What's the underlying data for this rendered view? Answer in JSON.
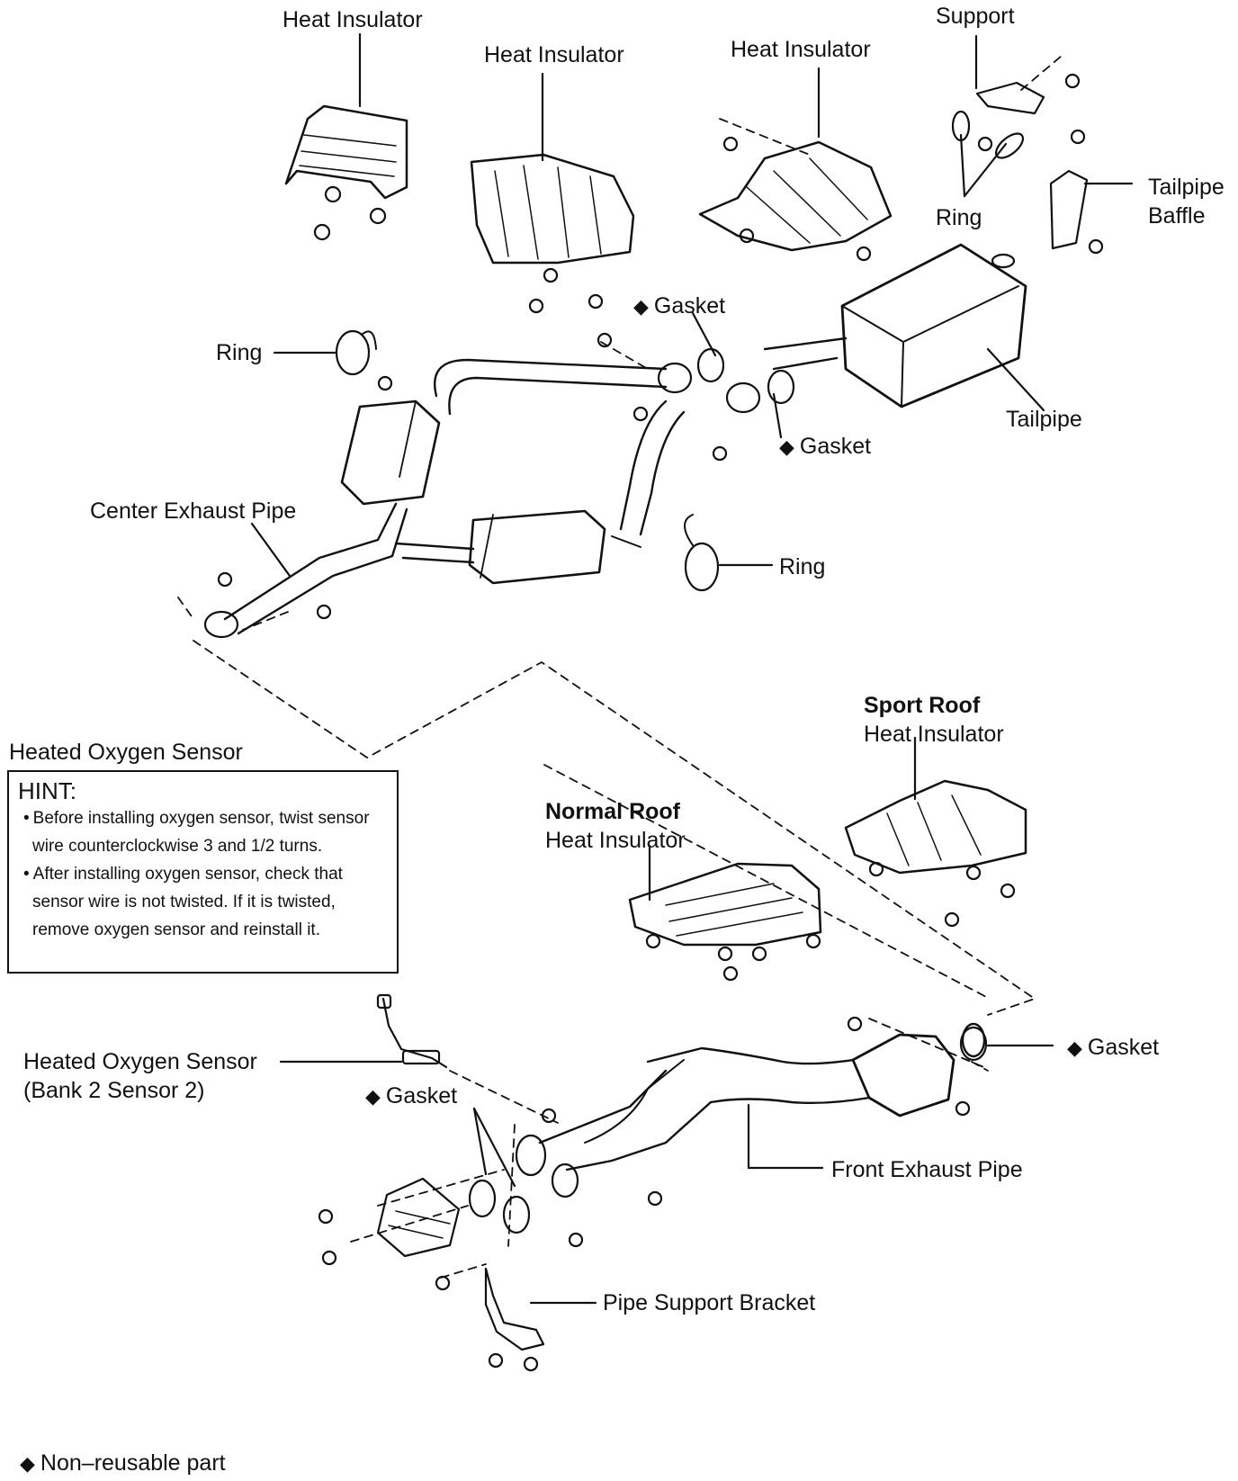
{
  "labels": {
    "heat_insulator_1": "Heat Insulator",
    "heat_insulator_2": "Heat Insulator",
    "heat_insulator_3": "Heat Insulator",
    "support": "Support",
    "ring_top": "Ring",
    "tailpipe_baffle_line1": "Tailpipe",
    "tailpipe_baffle_line2": "Baffle",
    "gasket_upper_1": "Gasket",
    "gasket_upper_2": "Gasket",
    "ring_left": "Ring",
    "tailpipe": "Tailpipe",
    "center_exhaust_pipe": "Center Exhaust Pipe",
    "ring_mid": "Ring",
    "sensor_heading": "Heated Oxygen Sensor",
    "sport_roof": "Sport Roof",
    "sport_roof_insulator": "Heat Insulator",
    "normal_roof": "Normal Roof",
    "normal_roof_insulator": "Heat Insulator",
    "sensor_line1": "Heated Oxygen Sensor",
    "sensor_line2": "(Bank 2 Sensor 2)",
    "gasket_lower_left": "Gasket",
    "gasket_lower_right": "Gasket",
    "front_exhaust_pipe": "Front Exhaust Pipe",
    "pipe_support_bracket": "Pipe Support Bracket"
  },
  "hint": {
    "title": "HINT:",
    "items": [
      "Before installing oxygen sensor, twist sensor wire counterclockwise 3 and 1/2 turns.",
      "After installing oxygen sensor, check that sensor wire is not twisted. If it is twisted, remove oxygen sensor and reinstall it."
    ]
  },
  "legend": {
    "symbol": "◆",
    "text": "Non–reusable part"
  }
}
